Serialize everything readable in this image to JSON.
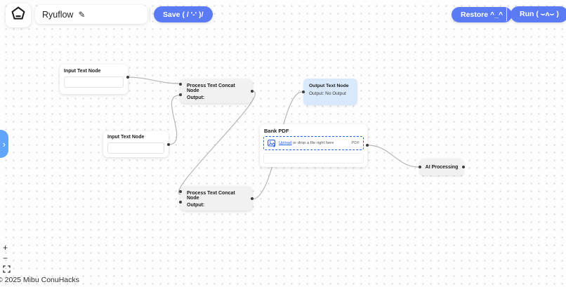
{
  "header": {
    "app_title": "Ryuflow",
    "save_label": "Save ( / '-' )/",
    "restore_label": "Restore ^_^",
    "run_label": "Run ( ⌣ʌ⌣ )"
  },
  "nodes": {
    "input1": {
      "title": "Input Text Node",
      "value": ""
    },
    "input2": {
      "title": "Input Text Node",
      "value": ""
    },
    "process1": {
      "title": "Process Text Concat Node",
      "output_label": "Output:"
    },
    "process2": {
      "title": "Process Text Concat Node",
      "output_label": "Output:"
    },
    "output": {
      "title": "Output Text Node",
      "status": "Output: No Output"
    },
    "bank_pdf": {
      "title": "Bank PDF",
      "upload_link": "Upload",
      "upload_hint": "or drop a file right here",
      "file_type": "PDF"
    },
    "ai": {
      "title": "AI Processing"
    }
  },
  "controls": {
    "zoom_in": "+",
    "zoom_out": "−"
  },
  "footer": {
    "copyright": "© 2025 Mibu ConuHacks"
  },
  "colors": {
    "button_blue": "#5b7bf5",
    "sidebar_toggle_blue": "#60a5fa",
    "output_node_bg": "#d9e9fb",
    "process_node_bg": "#f1f1f1",
    "upload_accent": "#2563eb",
    "edge_gray": "#b6b6bc"
  }
}
